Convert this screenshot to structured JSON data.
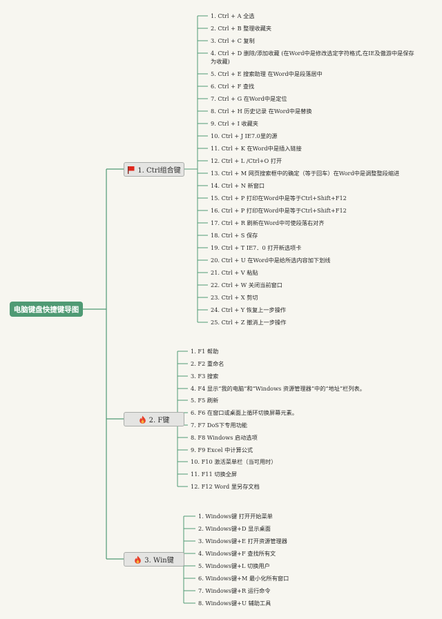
{
  "root": {
    "label": "电脑键盘快捷键导图"
  },
  "colors": {
    "line": "#4f9a74",
    "root_bg": "#4f9a74",
    "flag": "#e0271c",
    "fire": "#e8402a",
    "branch_bg": "#e4e4e2"
  },
  "branches": [
    {
      "label": "1. Ctrl组合键",
      "icon": "red-flag-icon",
      "items": [
        "1. Ctrl + A 全选",
        "2. Ctrl + B 整理收藏夹",
        "3. Ctrl + C 复制",
        "4. Ctrl + D 删除/添加收藏 (在Word中是修改选定字符格式,在IE及傲游中是保存为收藏)",
        "5. Ctrl + E 搜索助理 在Word中是段落居中",
        "6. Ctrl + F 查找",
        "7. Ctrl + G 在Word中是定位",
        "8. Ctrl + H 历史记录 在Word中是替换",
        "9. Ctrl + I 收藏夹",
        "10. Ctrl + J IE7.0里的源",
        "11. Ctrl + K 在Word中是插入链接",
        "12. Ctrl + L /Ctrl+O 打开",
        "13. Ctrl + M 网页搜索框中的确定（等于回车）在Word中是调整整段缩进",
        "14. Ctrl + N 新窗口",
        "15. Ctrl + P 打印在Word中是等于Ctrl+Shift+F12",
        "16. Ctrl + P 打印在Word中是等于Ctrl+Shift+F12",
        "17. Ctrl + R 刷新在Word中可使段落右对齐",
        "18. Ctrl + S 保存",
        "19. Ctrl + T IE7．0 打开新选项卡",
        "20. Ctrl + U 在Word中是给所选内容加下划线",
        "21. Ctrl + V 粘贴",
        "22. Ctrl + W 关闭当前窗口",
        "23. Ctrl + X 剪切",
        "24. Ctrl + Y 恢复上一步操作",
        "25. Ctrl + Z 撤消上一步操作"
      ]
    },
    {
      "label": "2. F键",
      "icon": "fire-icon",
      "items": [
        "1. F1 帮助",
        "2. F2 重命名",
        "3. F3 搜索",
        "4. F4 显示“我的电脑”和“Windows 资源管理器”中的“地址”栏列表。",
        "5. F5 刷新",
        "6. F6 在窗口或桌面上循环切换屏幕元素。",
        "7. F7 DoS下专用功能",
        "8. F8 Windows 启动选项",
        "9. F9 Excel 中计算公式",
        "10. F10 激活菜单栏（当可用时）",
        "11. F11 切换全屏",
        "12. F12 Word 里另存文档"
      ]
    },
    {
      "label": "3. Win键",
      "icon": "fire-icon",
      "items": [
        "1. Windows键 打开开始菜单",
        "2. Windows键+D 显示桌面",
        "3. Windows键+E 打开资源管理器",
        "4. Windows键+F 查找所有文",
        "5. Windows键+L 切换用户",
        "6. Windows键+M 最小化所有窗口",
        "7. Windows键+R 运行命令",
        "8. Windows键+U 辅助工具"
      ]
    }
  ]
}
